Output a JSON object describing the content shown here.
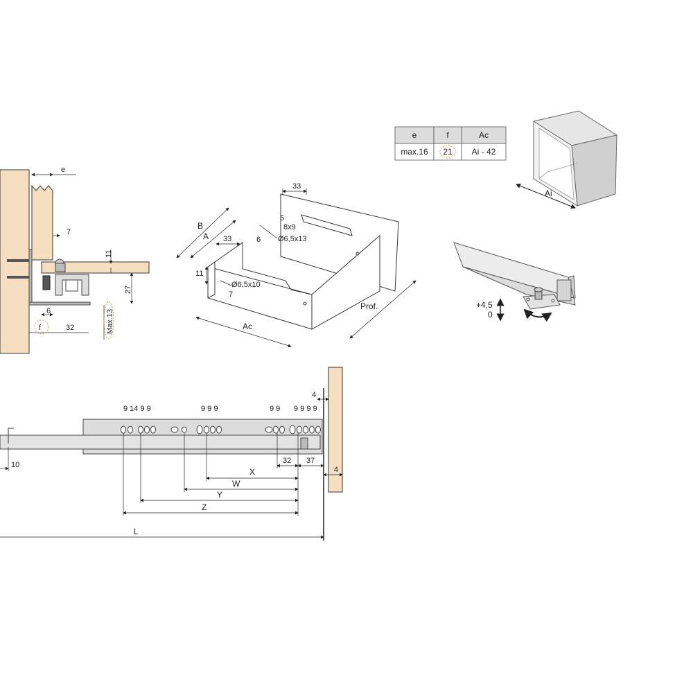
{
  "table": {
    "headers": [
      "e",
      "f",
      "Ac"
    ],
    "row": [
      "max.16",
      "21",
      "Ai - 42"
    ]
  },
  "cabinet": {
    "label": "Ai"
  },
  "adjuster": {
    "up": "+4,5",
    "zero": "0"
  },
  "section": {
    "e": "e",
    "d7": "7",
    "d11": "11",
    "d27": "27",
    "d6": "6",
    "f": "f",
    "d32": "32",
    "max13": "Max.13"
  },
  "drawer": {
    "d33_top": "33",
    "d5": "5",
    "d8x9": "8x9",
    "dia13": "Ø6,5x13",
    "B": "B",
    "A": "A",
    "d33_left": "33",
    "d6": "6",
    "d11": "11",
    "dia10": "Ø6,5x10",
    "d7": "7",
    "Ac": "Ac",
    "Prof": "Prof."
  },
  "slide": {
    "holes1": "9 14 9 9",
    "holes2": "9 9 9",
    "holes3": "9 9",
    "holes4": "9 9 9 9",
    "d4top": "4",
    "d4right": "4",
    "d10": "10",
    "d32": "32",
    "d37": "37",
    "X": "X",
    "W": "W",
    "Y": "Y",
    "Z": "Z",
    "L": "L"
  }
}
